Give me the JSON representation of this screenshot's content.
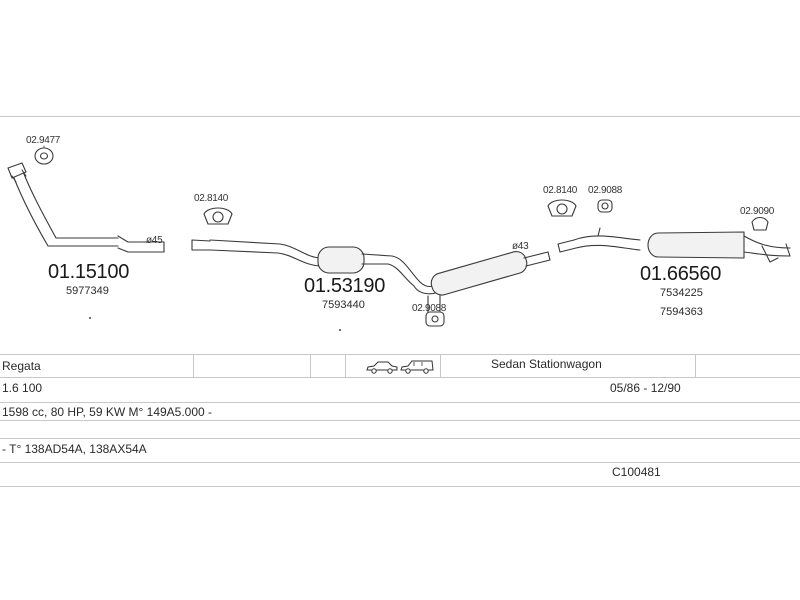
{
  "parts": {
    "front_pipe": {
      "number": "01.15100",
      "oem": [
        "5977349"
      ],
      "diameter": "ø45"
    },
    "center_pipe": {
      "number": "01.53190",
      "oem": [
        "7593440"
      ]
    },
    "middle_pipe": {
      "diameter": "ø43"
    },
    "rear_muffler": {
      "number": "01.66560",
      "oem": [
        "7534225",
        "7594363"
      ]
    }
  },
  "fittings": {
    "gasket_front": "02.9477",
    "clamp_a": "02.8140",
    "clamp_b": "02.8140",
    "hanger_mid": "02.9088",
    "hanger_rear_top": "02.9088",
    "hanger_tail": "02.9090"
  },
  "table": {
    "model": "Regata",
    "body_types": "Sedan Stationwagon",
    "engine": "1.6 100",
    "years": "05/86 - 12/90",
    "spec": "1598 cc, 80 HP, 59 KW M° 149A5.000 -",
    "types": "- T° 138AD54A, 138AX54A",
    "code": "C100481"
  },
  "icons": [
    "sedan-car-icon",
    "stationwagon-car-icon"
  ]
}
